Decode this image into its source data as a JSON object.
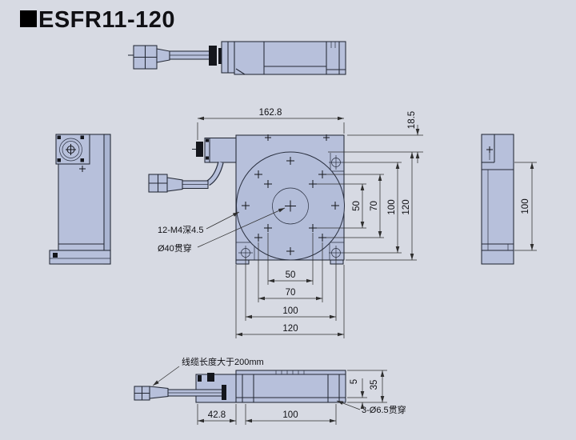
{
  "title": "ESFR11-120",
  "labels": {
    "thread_holes": "12-M4深4.5",
    "center_bore": "Ø40贯穿",
    "cable_note": "线缆长度大于200mm",
    "through_holes": "3-Ø6.5贯穿"
  },
  "dims": {
    "total_length": "162.8",
    "top_offset": "18.5",
    "right": [
      "50",
      "70",
      "100",
      "120"
    ],
    "bottom": [
      "50",
      "70",
      "100",
      "120"
    ],
    "side_height": "100",
    "motor_overhang": "42.8",
    "front_hole_span": "100",
    "base_thickness": "5",
    "body_height": "35"
  },
  "colors": {
    "background": "#d7dae3",
    "part": "#b7c0db",
    "line": "#242936"
  }
}
